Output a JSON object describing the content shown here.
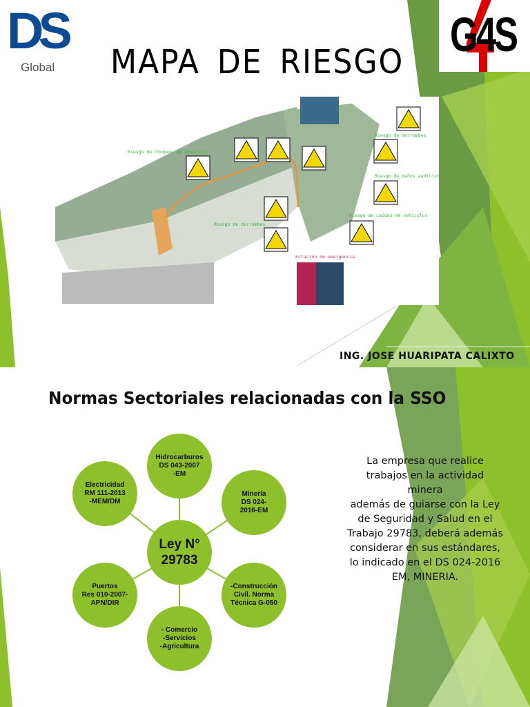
{
  "slide1": {
    "title": "MAPA  DE  RIESGO",
    "logo_left": {
      "text": "DS",
      "subtext": "Global"
    },
    "logo_right": {
      "text": "G4S"
    },
    "map_labels": [
      "Riesgo de choques de vehículos",
      "Riesgo de derrumbes",
      "Riesgo de daños auditivos",
      "Riesgo de caídas de vehículos",
      "Riesgo de derrumbes",
      "Estación de emergencia"
    ],
    "author": "ING. JOSE  HUARIPATA  CALIXTO"
  },
  "slide2": {
    "title": "Normas Sectoriales relacionadas con la SSO",
    "center": "Ley N°\n29783",
    "nodes": [
      "Hidrocarburos\nDS 043-2007\n-EM",
      "Minería\nDS 024-\n2016-EM",
      "-Construcción\nCivil. Norma\nTécnica G-050",
      "- Comercio\n-Servicios\n-Agricultura",
      "Puertos\nRes 010-2007-\nAPN/DIR",
      "Electricidad\nRM 111-2013\n-MEM/DM"
    ],
    "body": "La  empresa que  realice\ntrabajos  en la actividad\nminera\nademás de guiarse con la Ley\nde Seguridad y Salud en el\nTrabajo 29783, deberá además\nconsiderar en sus estándares,\nlo indicado en el DS 024-2016\nEM, MINERIA."
  },
  "colors": {
    "green": "#8dc02a",
    "dark_green": "#6b9a45",
    "ds_blue": "#0d4a94",
    "g4s_red": "#e00000"
  }
}
